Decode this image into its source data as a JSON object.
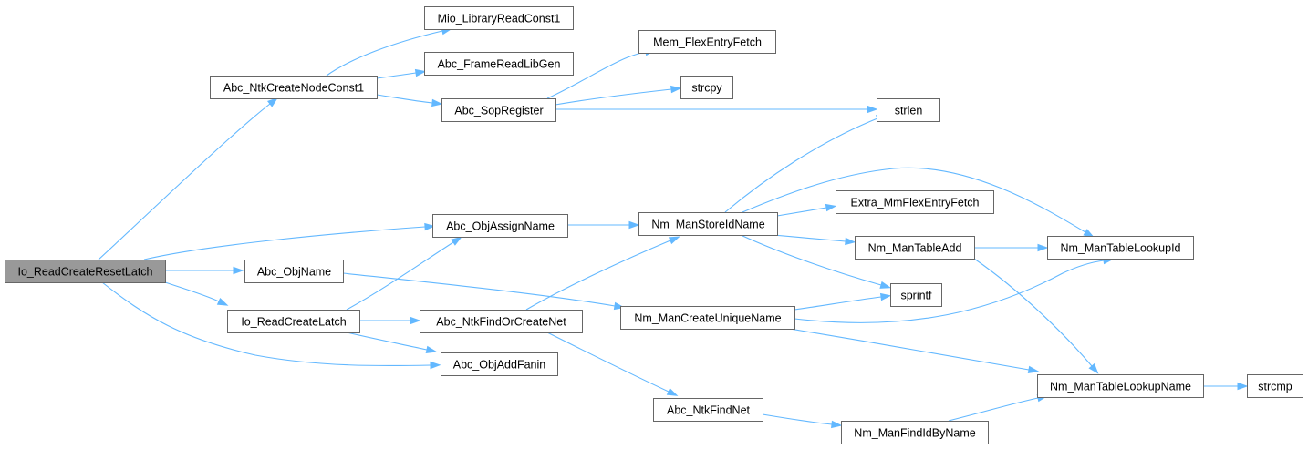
{
  "graph": {
    "edge_color": "#63b8ff",
    "root_fill": "#999999",
    "nodes": [
      {
        "id": "root",
        "label": "Io_ReadCreateResetLatch",
        "root": true
      },
      {
        "id": "nck1",
        "label": "Abc_NtkCreateNodeConst1"
      },
      {
        "id": "mio",
        "label": "Mio_LibraryReadConst1"
      },
      {
        "id": "frlg",
        "label": "Abc_FrameReadLibGen"
      },
      {
        "id": "sopreg",
        "label": "Abc_SopRegister"
      },
      {
        "id": "memfef",
        "label": "Mem_FlexEntryFetch"
      },
      {
        "id": "strcpy",
        "label": "strcpy"
      },
      {
        "id": "strlen",
        "label": "strlen"
      },
      {
        "id": "oan",
        "label": "Abc_ObjAssignName"
      },
      {
        "id": "objname",
        "label": "Abc_ObjName"
      },
      {
        "id": "rcl",
        "label": "Io_ReadCreateLatch"
      },
      {
        "id": "fcn",
        "label": "Abc_NtkFindOrCreateNet"
      },
      {
        "id": "oaf",
        "label": "Abc_ObjAddFanin"
      },
      {
        "id": "msin",
        "label": "Nm_ManStoreIdName"
      },
      {
        "id": "emfef",
        "label": "Extra_MmFlexEntryFetch"
      },
      {
        "id": "mta",
        "label": "Nm_ManTableAdd"
      },
      {
        "id": "mtli",
        "label": "Nm_ManTableLookupId"
      },
      {
        "id": "sprintf",
        "label": "sprintf"
      },
      {
        "id": "mcun",
        "label": "Nm_ManCreateUniqueName"
      },
      {
        "id": "nfn",
        "label": "Abc_NtkFindNet"
      },
      {
        "id": "mfibn",
        "label": "Nm_ManFindIdByName"
      },
      {
        "id": "mtln",
        "label": "Nm_ManTableLookupName"
      },
      {
        "id": "strcmp",
        "label": "strcmp"
      }
    ],
    "edges": [
      [
        "root",
        "nck1"
      ],
      [
        "root",
        "oan"
      ],
      [
        "root",
        "objname"
      ],
      [
        "root",
        "rcl"
      ],
      [
        "root",
        "oaf"
      ],
      [
        "nck1",
        "mio"
      ],
      [
        "nck1",
        "frlg"
      ],
      [
        "nck1",
        "sopreg"
      ],
      [
        "sopreg",
        "memfef"
      ],
      [
        "sopreg",
        "strcpy"
      ],
      [
        "sopreg",
        "strlen"
      ],
      [
        "oan",
        "msin"
      ],
      [
        "objname",
        "mcun"
      ],
      [
        "rcl",
        "oan"
      ],
      [
        "rcl",
        "fcn"
      ],
      [
        "rcl",
        "oaf"
      ],
      [
        "fcn",
        "msin"
      ],
      [
        "fcn",
        "nfn"
      ],
      [
        "msin",
        "strlen"
      ],
      [
        "msin",
        "emfef"
      ],
      [
        "msin",
        "mta"
      ],
      [
        "msin",
        "mtli"
      ],
      [
        "msin",
        "sprintf"
      ],
      [
        "mta",
        "mtli"
      ],
      [
        "mta",
        "mtln"
      ],
      [
        "mcun",
        "sprintf"
      ],
      [
        "mcun",
        "mtli"
      ],
      [
        "mcun",
        "mtln"
      ],
      [
        "nfn",
        "mfibn"
      ],
      [
        "mfibn",
        "mtln"
      ],
      [
        "mtln",
        "strcmp"
      ]
    ]
  }
}
